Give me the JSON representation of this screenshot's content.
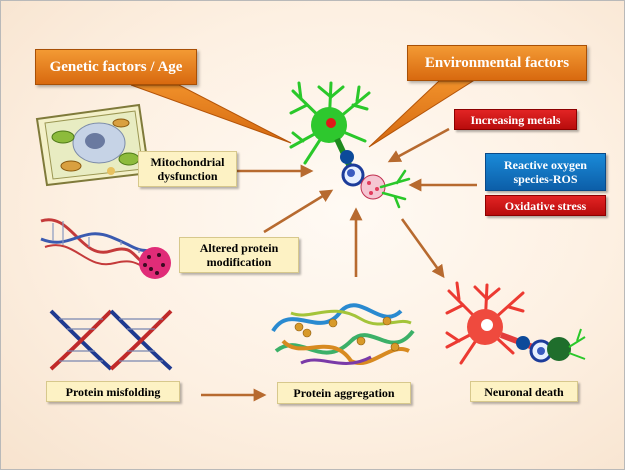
{
  "callouts": {
    "genetic": "Genetic factors / Age",
    "environmental": "Environmental factors"
  },
  "factors": {
    "mitochondrial": "Mitochondrial dysfunction",
    "altered_protein": "Altered protein modification",
    "protein_misfolding": "Protein misfolding",
    "protein_aggregation": "Protein aggregation",
    "neuronal_death": "Neuronal death"
  },
  "environmental_items": {
    "metals": "Increasing metals",
    "ros": "Reactive oxygen species-ROS",
    "oxidative": "Oxidative stress"
  },
  "colors": {
    "callout_orange": "#e07818",
    "arrow": "#b76a2f",
    "label_fill": "#fdf2c4",
    "red_box": "#d01818",
    "blue_box": "#1578c6",
    "healthy_neuron": "#32d232",
    "dying_neuron": "#ec3a32"
  },
  "icons": [
    "plant-cell-icon",
    "dna-helix-icon",
    "protein-structure-icon",
    "healthy-neuron-icon",
    "degenerating-neuron-icon"
  ]
}
